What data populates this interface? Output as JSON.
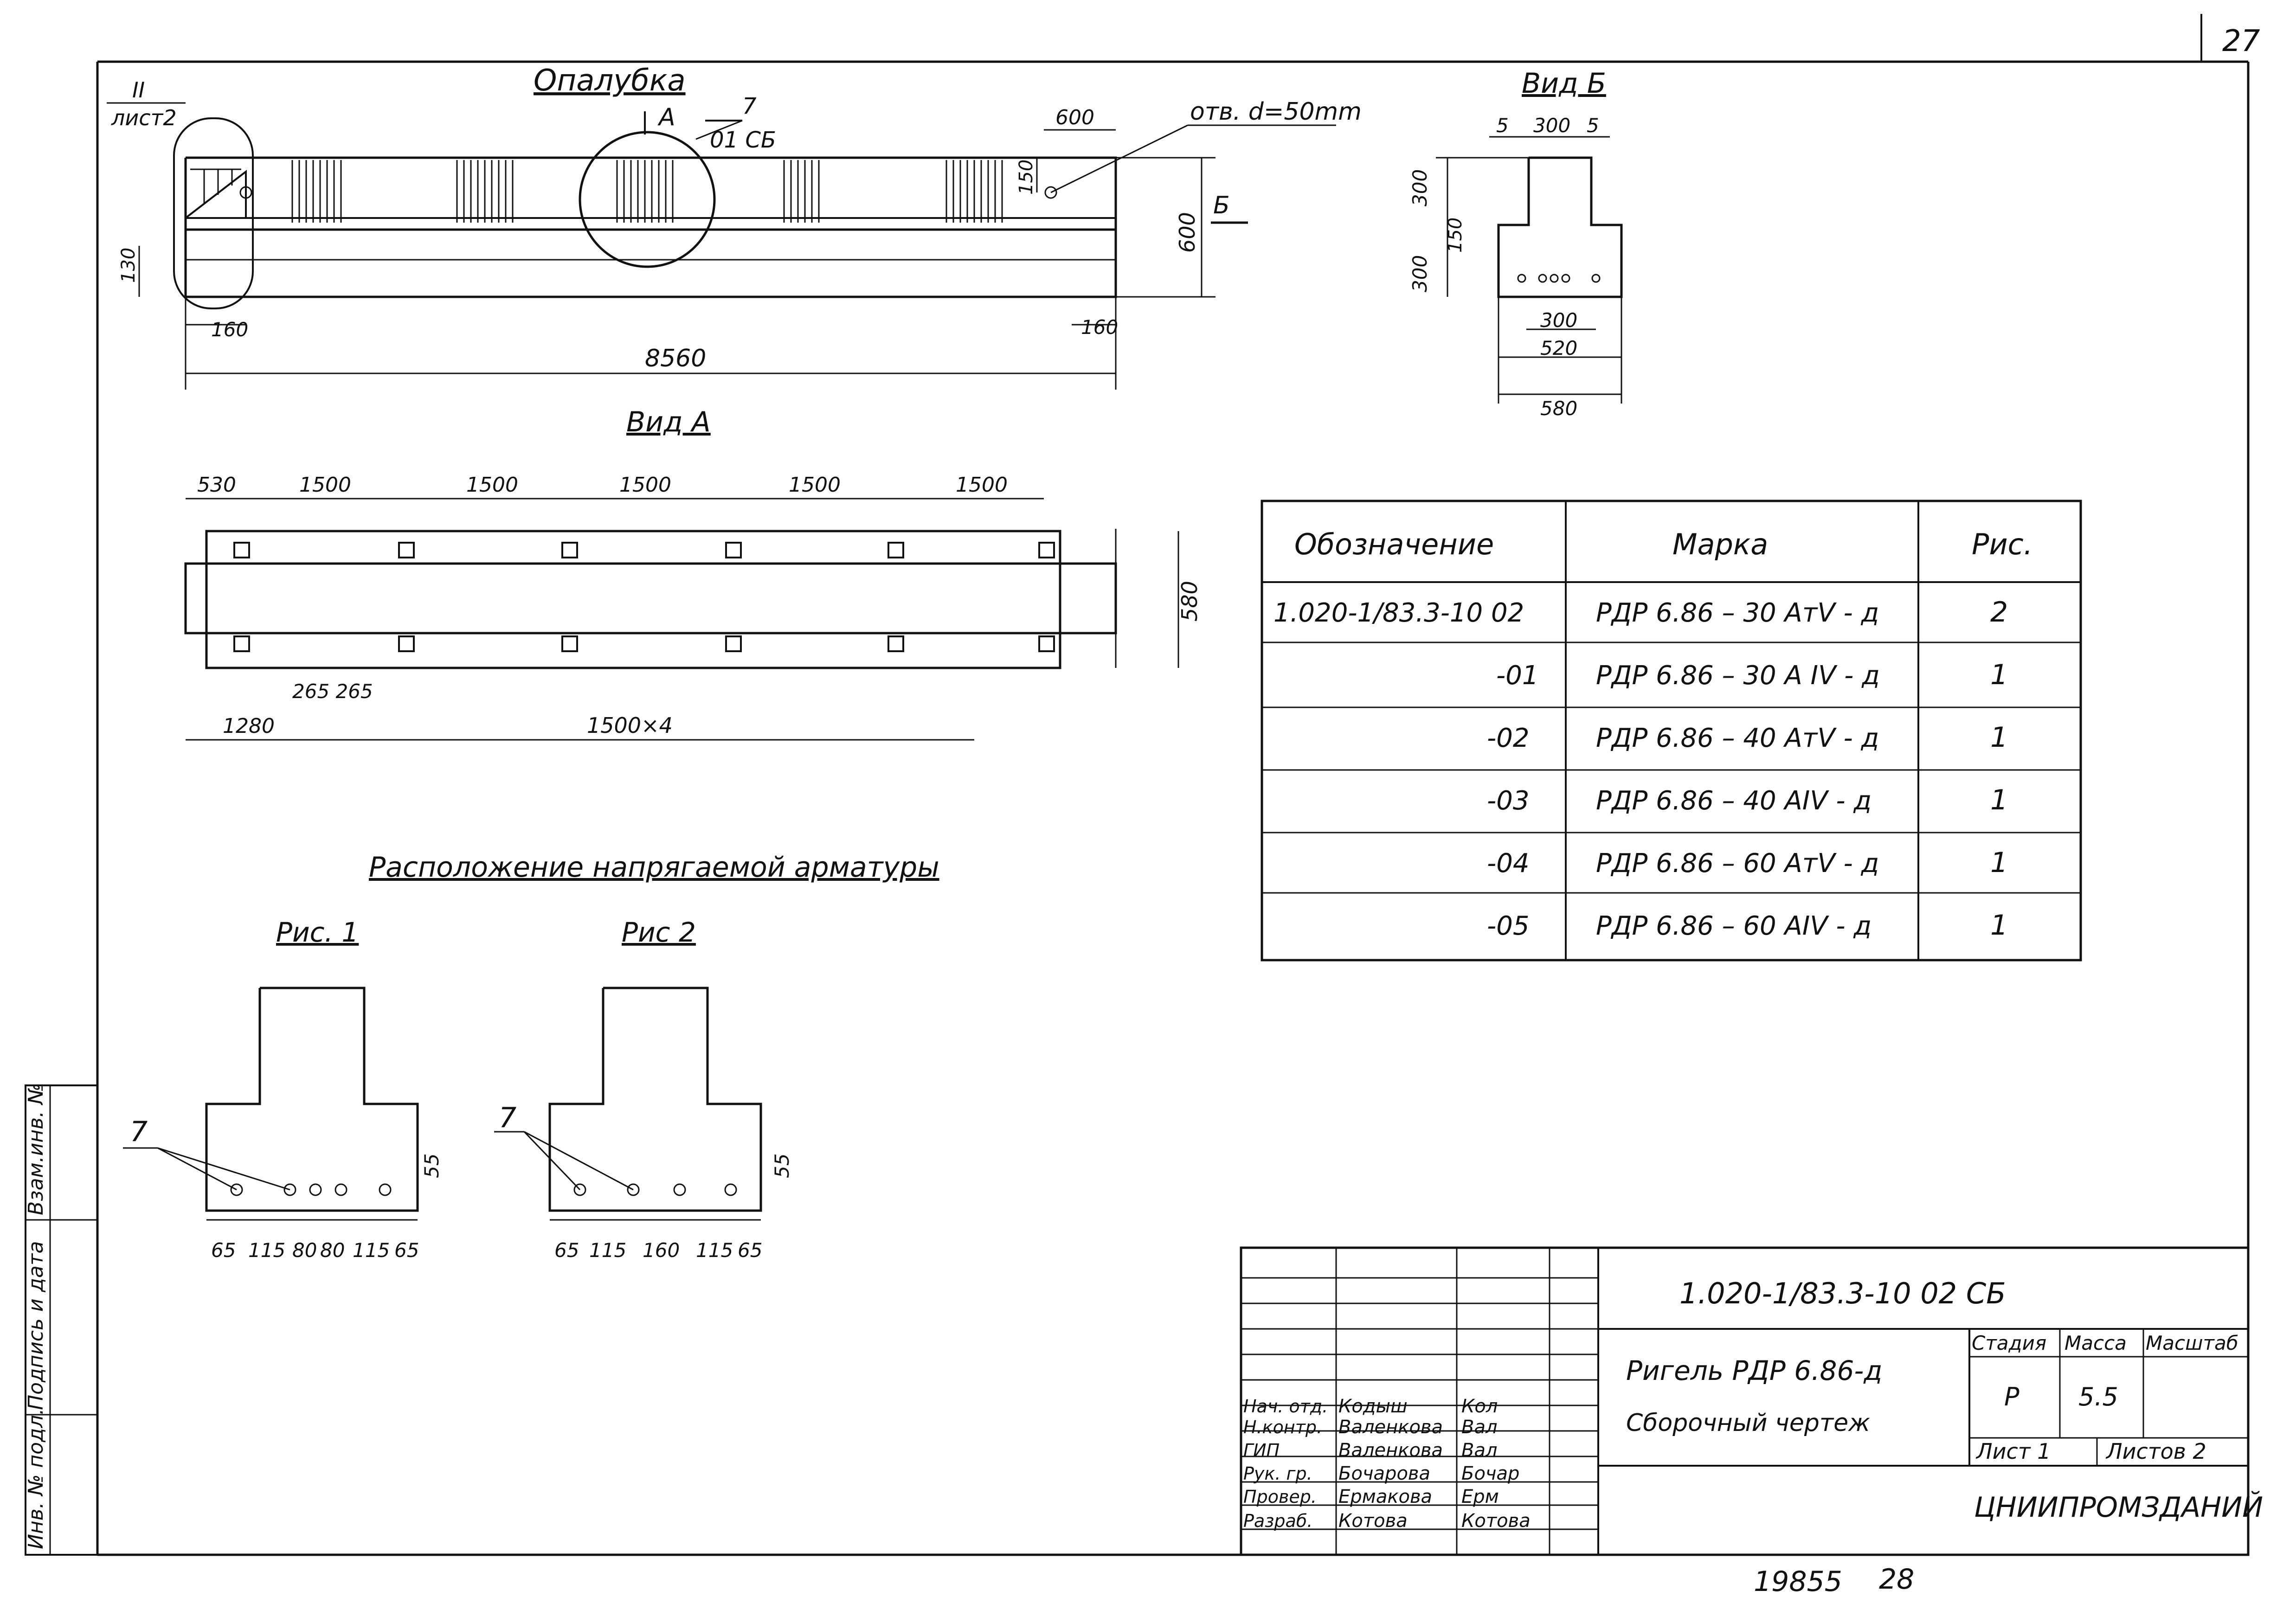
{
  "sheet": {
    "page_number": "27",
    "archive_number": "19855",
    "archive_page": "28"
  },
  "elevation": {
    "title": "Опалубка",
    "ref_top_num": "II",
    "ref_top_den": "лист2",
    "section_arrow": "А",
    "detail_num": "7",
    "detail_den": "01 СБ",
    "hole_note": "отв. d=50mm",
    "dim_600": "600",
    "dim_150a": "150",
    "dim_height": "600",
    "dim_130": "130",
    "dim_160_left": "160",
    "dim_160_right": "160",
    "dim_total": "8560",
    "view_b_arrow": "Б"
  },
  "view_b": {
    "title": "Вид Б",
    "dims_top": [
      "5",
      "300",
      "5"
    ],
    "dim_300_top": "300",
    "dim_150": "150",
    "dim_300_bottom": "300",
    "dim_bot_300": "300",
    "dim_520": "520",
    "dim_580": "580"
  },
  "view_a": {
    "title": "Вид А",
    "dims_top": [
      "530",
      "1500",
      "1500",
      "1500",
      "1500",
      "1500"
    ],
    "dim_side": "580",
    "dim_265": "265 265",
    "dim_1280": "1280",
    "dim_1500x4": "1500×4"
  },
  "strands": {
    "title": "Расположение напрягаемой арматуры",
    "fig1": {
      "label": "Рис. 1",
      "item": "7",
      "dim_55": "55",
      "dims": [
        "65",
        "115",
        "80",
        "80",
        "115",
        "65"
      ]
    },
    "fig2": {
      "label": "Рис 2",
      "item": "7",
      "dim_55": "55",
      "dims": [
        "65",
        "115",
        "160",
        "115",
        "65"
      ]
    }
  },
  "spec_table": {
    "headers": [
      "Обозначение",
      "Марка",
      "Рис."
    ],
    "rows": [
      [
        "1.020-1/83.3-10 02",
        "РДР 6.86 – 30 АтV - д",
        "2"
      ],
      [
        "-01",
        "РДР 6.86 – 30 А IV - д",
        "1"
      ],
      [
        "-02",
        "РДР 6.86 – 40 АтV - д",
        "1"
      ],
      [
        "-03",
        "РДР 6.86 – 40 АIV - д",
        "1"
      ],
      [
        "-04",
        "РДР 6.86 – 60 АтV - д",
        "1"
      ],
      [
        "-05",
        "РДР 6.86 – 60 АIV - д",
        "1"
      ]
    ]
  },
  "side_stamp": {
    "cells": [
      "Инв. № подл.",
      "Подпись и дата",
      "Взам.инв. №"
    ]
  },
  "title_block": {
    "doc_code": "1.020-1/83.3-10  02 СБ",
    "item_name": "Ригель РДР 6.86-д",
    "doc_type": "Сборочный чертеж",
    "stage_label": "Стадия",
    "mass_label": "Масса",
    "scale_label": "Масштаб",
    "stage_value": "Р",
    "mass_value": "5.5",
    "sheet_label": "Лист 1",
    "sheets_label": "Листов 2",
    "organization": "ЦНИИПРОМЗДАНИЙ",
    "staff": [
      {
        "role": "Нач. отд.",
        "name": "Кодыш",
        "sign": "Кол"
      },
      {
        "role": "Н.контр.",
        "name": "Валенкова",
        "sign": "Вал"
      },
      {
        "role": "ГИП",
        "name": "Валенкова",
        "sign": "Вал"
      },
      {
        "role": "Рук. гр.",
        "name": "Бочарова",
        "sign": "Бочар"
      },
      {
        "role": "Провер.",
        "name": "Ермакова",
        "sign": "Ерм"
      },
      {
        "role": "Разраб.",
        "name": "Котова",
        "sign": "Котова"
      }
    ]
  }
}
